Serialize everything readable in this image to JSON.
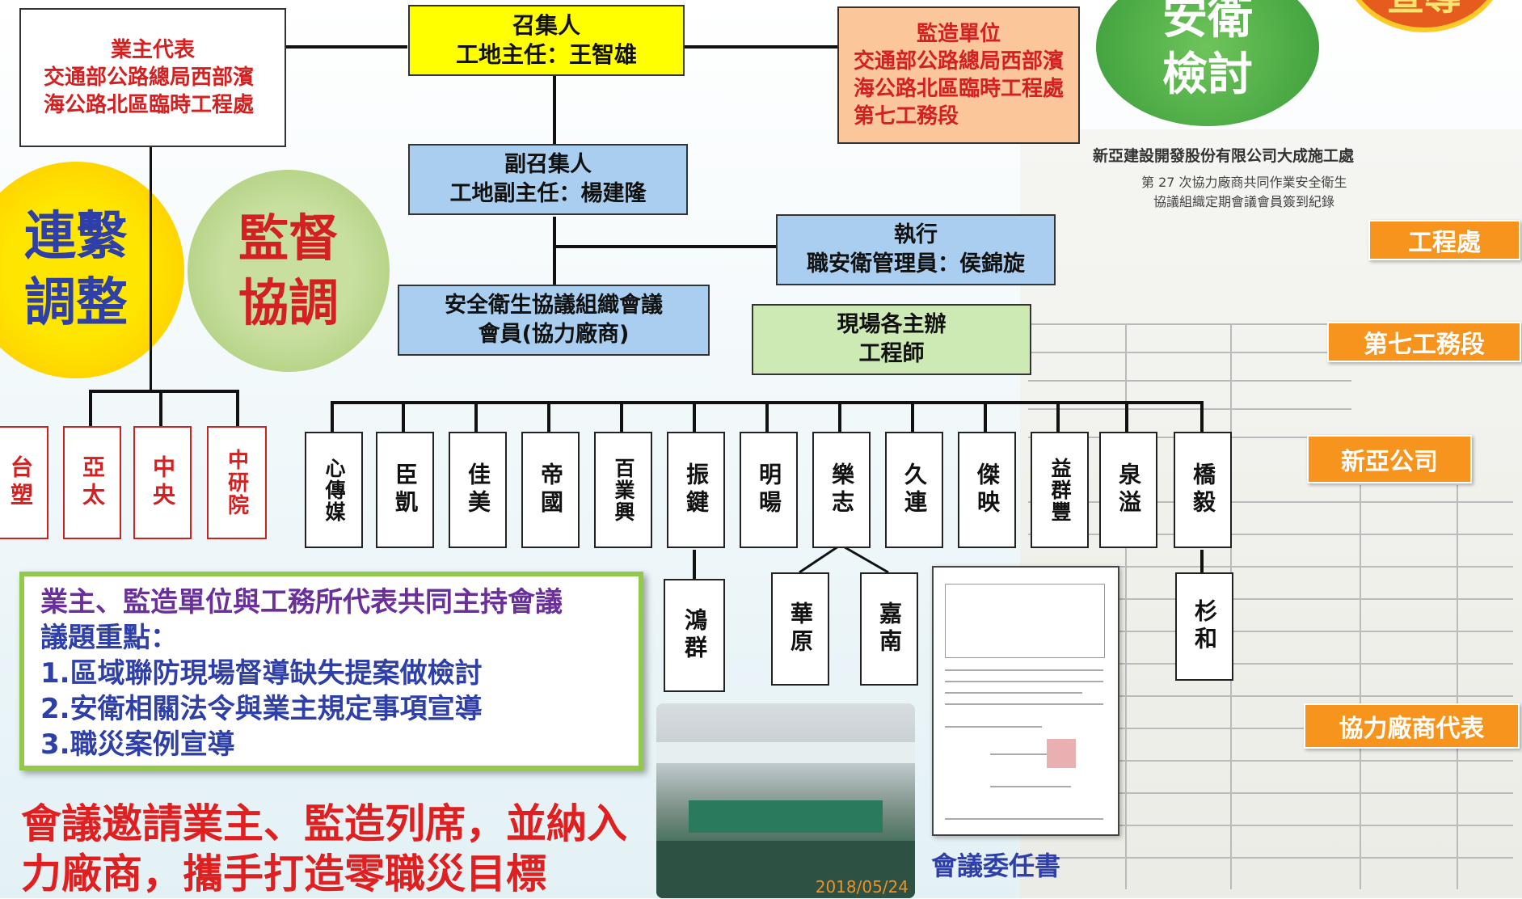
{
  "owner": {
    "title": "業主代表",
    "body": "交通部公路總局西部濱海公路北區臨時工程處"
  },
  "convener": {
    "title": "召集人",
    "name": "工地主任：王智雄"
  },
  "supervisor": {
    "title": "監造單位",
    "body": "交通部公路總局西部濱海公路北區臨時工程處第七工務段"
  },
  "vice_convener": {
    "title": "副召集人",
    "name": "工地副主任：楊建隆"
  },
  "executive": {
    "title": "執行",
    "name": "職安衛管理員：侯錦旋"
  },
  "members": {
    "line1": "安全衛生協議組織會議",
    "line2": "會員(協力廠商)"
  },
  "engineers": {
    "line1": "現場各主辦",
    "line2": "工程師"
  },
  "circles": {
    "link": {
      "line1": "連繫",
      "line2": "調整"
    },
    "supervise": {
      "line1": "監督",
      "line2": "協調"
    },
    "safety": {
      "line1": "安衛",
      "line2": "檢討"
    },
    "promote": "宣導"
  },
  "left_units": [
    "台塑",
    "亞太",
    "中央",
    "中研院"
  ],
  "contractors": [
    "心傳媒",
    "臣凱",
    "佳美",
    "帝國",
    "百業興",
    "振鍵",
    "明暘",
    "樂志",
    "久連",
    "傑映",
    "益群豐",
    "泉溢",
    "橋毅"
  ],
  "sub_contractors": {
    "振鍵": "鴻群",
    "樂志_a": "華原",
    "樂志_b": "嘉南",
    "橋毅": "杉和"
  },
  "agenda": {
    "heading": "業主、監造單位與工務所代表共同主持會議",
    "sub": "議題重點：",
    "items": [
      "1.區域聯防現場督導缺失提案做檢討",
      "2.安衛相關法令與業主規定事項宣導",
      "3.職災案例宣導"
    ]
  },
  "slogan": {
    "line1": "會議邀請業主、監造列席，並納入",
    "line2": "力廠商，攜手打造零職災目標"
  },
  "photo_date": "2018/05/24",
  "appointment_caption": "會議委任書",
  "document": {
    "company": "新亞建設開發股份有限公司大成施工處",
    "title": "第 27 次協力廠商共同作業安全衛生",
    "subtitle": "協議組織定期會議會員簽到紀錄"
  },
  "tags": [
    "工程處",
    "第七工務段",
    "新亞公司",
    "協力廠商代表"
  ],
  "colors": {
    "yellow": "#ffff00",
    "blue": "#a9cef0",
    "orange": "#fbc69a",
    "green": "#cde9b4",
    "red": "#d32020",
    "tag": "#f7941d"
  }
}
